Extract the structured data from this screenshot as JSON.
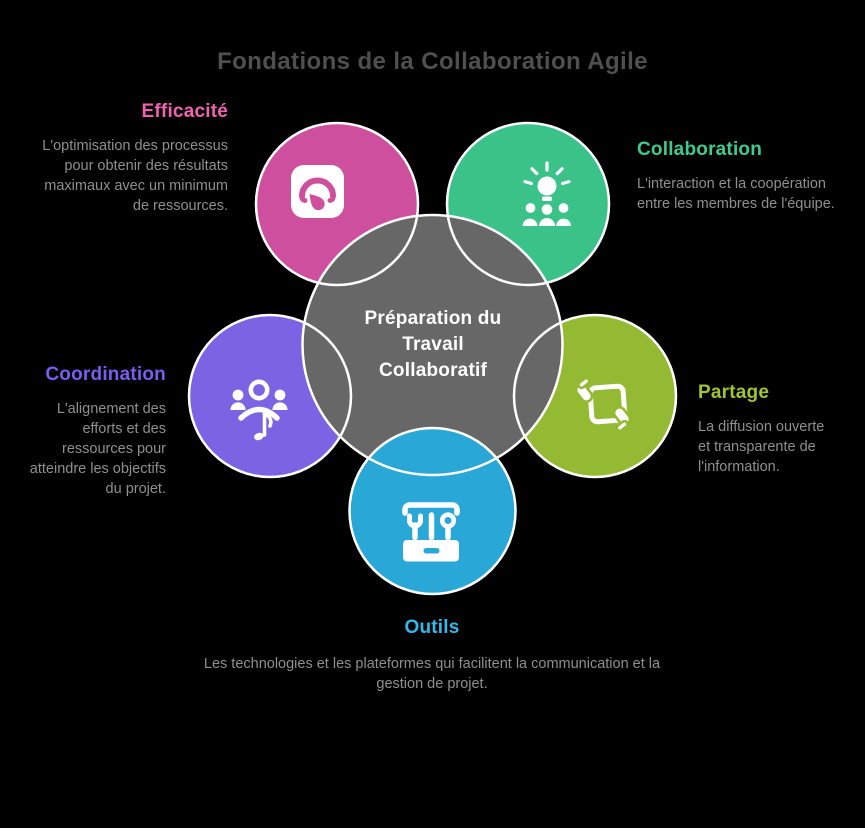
{
  "background_color": "#000000",
  "title": "Fondations de la Collaboration Agile",
  "title_color": "#4f4f4f",
  "body_text_color": "#8f8f8f",
  "outline_color": "#ffffff",
  "center": {
    "label": "Préparation du Travail Collaboratif",
    "circle_color": "#676767",
    "text_color": "#ffffff"
  },
  "sections": [
    {
      "id": "efficacite",
      "label": "Efficacité",
      "description": "L'optimisation des processus pour obtenir des résultats maximaux avec un minimum de ressources.",
      "label_color": "#ef63b0",
      "circle_color": "#ce4f9e",
      "icon": "gauge-icon"
    },
    {
      "id": "collaboration",
      "label": "Collaboration",
      "description": "L'interaction et la coopération entre les membres de l'équipe.",
      "label_color": "#3dcb8f",
      "circle_color": "#3bc289",
      "icon": "team-idea-icon"
    },
    {
      "id": "coordination",
      "label": "Coordination",
      "description": "L'alignement des efforts et des ressources pour atteindre les objectifs du projet.",
      "label_color": "#7b5cf1",
      "circle_color": "#7b64e4",
      "icon": "choir-icon"
    },
    {
      "id": "partage",
      "label": "Partage",
      "description": "La diffusion ouverte et transparente de l'information.",
      "label_color": "#a2c52f",
      "circle_color": "#94ba33",
      "icon": "share-document-icon"
    },
    {
      "id": "outils",
      "label": "Outils",
      "description": "Les technologies et les plateformes qui facilitent la communication et la gestion de projet.",
      "label_color": "#33b8ea",
      "circle_color": "#29a8d8",
      "icon": "toolbox-icon"
    }
  ]
}
